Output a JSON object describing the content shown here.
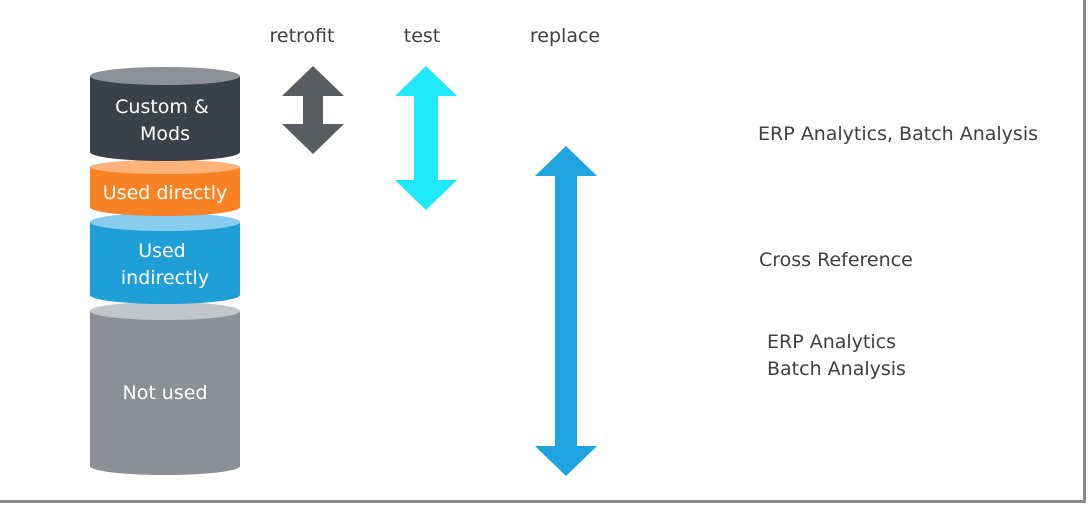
{
  "colors": {
    "custom_mods": "#3b4148",
    "custom_mods_top": "#8d9196",
    "used_directly": "#f98224",
    "used_directly_top": "#fdb37a",
    "used_indirectly": "#1e9fd8",
    "used_indirectly_top": "#88cdee",
    "not_used": "#8c9094",
    "not_used_top": "#c3c6c9",
    "retrofit_arrow": "#5a5c5f",
    "test_arrow": "#1fe8f8",
    "replace_arrow": "#1ea5df",
    "text_dark": "#404040",
    "text_light": "#ffffff"
  },
  "stack": {
    "custom_mods_lines": [
      "Custom &",
      "Mods"
    ],
    "used_directly": "Used directly",
    "used_indirectly_lines": [
      "Used",
      "indirectly"
    ],
    "not_used": "Not used"
  },
  "headers": {
    "retrofit": "retrofit",
    "test": "test",
    "replace": "replace"
  },
  "annotations": {
    "top": "ERP Analytics, Batch Analysis",
    "middle": "Cross Reference",
    "bottom_lines": [
      "ERP Analytics",
      "Batch Analysis"
    ]
  }
}
